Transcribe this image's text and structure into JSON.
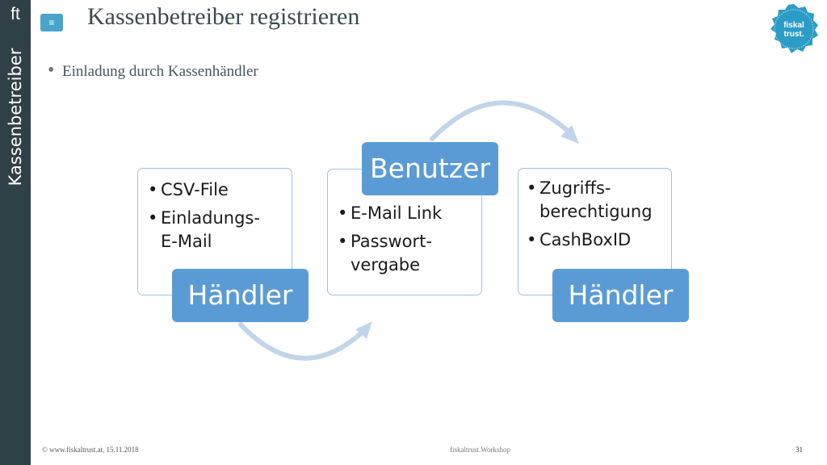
{
  "sidebar": {
    "logo": "ft",
    "label": "Kassenbetreiber",
    "color": "#2f4047"
  },
  "menu_icon": "hamburger-menu-icon",
  "title": "Kassenbetreiber registrieren",
  "bullet": "Einladung durch Kassenhändler",
  "seal": {
    "line1": "fiskal",
    "line2": "trust."
  },
  "steps": [
    {
      "label": "Händler",
      "items": [
        "CSV-File",
        "Einladungs-\nE-Mail"
      ]
    },
    {
      "label": "Benutzer",
      "items": [
        "E-Mail Link",
        "Passwort-\nvergabe"
      ]
    },
    {
      "label": "Händler",
      "items": [
        "Zugriffs-\nberechtigung",
        "CashBoxID"
      ]
    }
  ],
  "footer": {
    "left": "© www.fiskaltrust.at, 15.11.2018",
    "center": "fiskaltrust.Workshop",
    "page": "31"
  },
  "colors": {
    "accent": "#5b9bd5",
    "border": "#9dc3e6",
    "arrow": "#c1d5ea",
    "seal": "#2c9cc7"
  }
}
